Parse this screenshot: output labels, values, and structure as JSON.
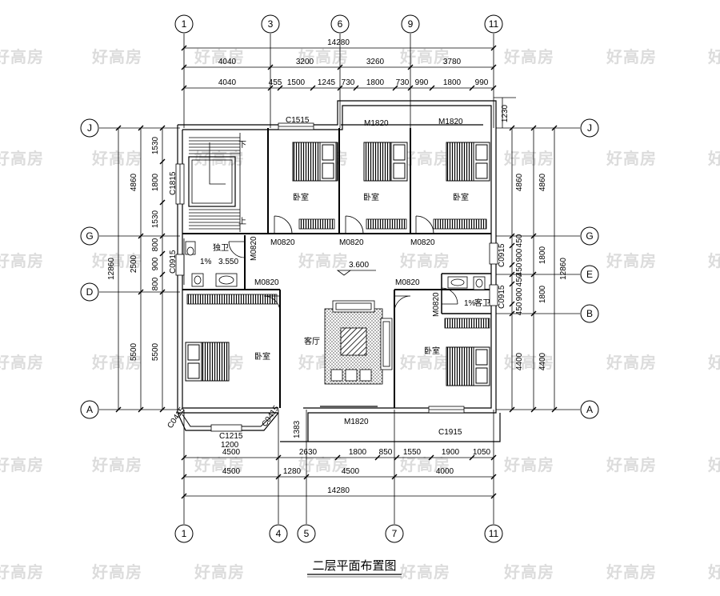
{
  "title": "二层平面布置图",
  "watermark": "好高房",
  "axes": {
    "top": [
      "1",
      "3",
      "6",
      "9",
      "11"
    ],
    "bottom": [
      "1",
      "4",
      "5",
      "7",
      "11"
    ],
    "left": [
      "J",
      "G",
      "D",
      "A"
    ],
    "right": [
      "J",
      "G",
      "E",
      "B",
      "A"
    ]
  },
  "dims": {
    "top_total": "14280",
    "top_mid": [
      "4040",
      "3200",
      "3260",
      "3780"
    ],
    "top_inner": [
      "4040",
      "455",
      "1500",
      "1245",
      "730",
      "1800",
      "730",
      "990",
      "1800",
      "990"
    ],
    "bottom_inner": [
      "4500",
      "2630",
      "1800",
      "850",
      "1550",
      "1900",
      "1050"
    ],
    "bottom_mid": [
      "4500",
      "1280",
      "4500",
      "4000"
    ],
    "bottom_total": "14280",
    "left_inner": [
      "1530",
      "1800",
      "1530",
      "800",
      "900",
      "800",
      "5500"
    ],
    "left_mid": [
      "4860",
      "2500",
      "5500"
    ],
    "left_total": "12860",
    "right_inner": [
      "4860",
      "450",
      "900",
      "450",
      "450",
      "900",
      "450",
      "4400"
    ],
    "right_mid": [
      "4860",
      "1800",
      "1800",
      "4400"
    ],
    "right_total": "12860",
    "balcony": "1230",
    "stair_c": "1383"
  },
  "labels": {
    "bedroom": "卧室",
    "living": "客厅",
    "private_bath": "独卫",
    "guest_bath": "客卫",
    "up": "上",
    "down": "下",
    "level_360": "3.600",
    "level_355": "3.550",
    "slope": "1%"
  },
  "openings": {
    "c1515": "C1515",
    "m1820_a": "M1820",
    "m1820_b": "M1820",
    "c1815": "C1815",
    "m0820_1": "M0820",
    "m0820_2": "M0820",
    "m0820_3": "M0820",
    "m0820_4": "M0820",
    "m0820_5": "M0820",
    "m0820_6": "M0820",
    "m0820_7": "M0820",
    "c0915_l": "C0915",
    "c0915_r1": "C0915",
    "c0915_r2": "C0915",
    "m1820_c": "M1820",
    "c1915": "C1915",
    "c1215": "C1215",
    "d1200": "1200",
    "c0415_l": "C0415",
    "c0415_r": "C0415"
  },
  "colors": {
    "line": "#000000",
    "watermark": "#dcdcdc",
    "rug": "#555555"
  }
}
